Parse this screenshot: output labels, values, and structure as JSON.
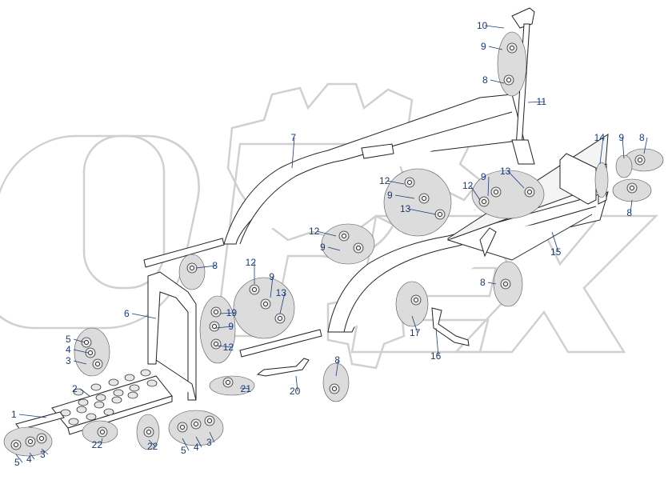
{
  "watermark": {
    "text": "OPEX"
  },
  "corner_mark": "",
  "labels": [
    {
      "id": "c1",
      "text": "1"
    },
    {
      "id": "c2",
      "text": "2"
    },
    {
      "id": "c3a",
      "text": "3"
    },
    {
      "id": "c4a",
      "text": "4"
    },
    {
      "id": "c5a",
      "text": "5"
    },
    {
      "id": "c5b",
      "text": "5"
    },
    {
      "id": "c4b",
      "text": "4"
    },
    {
      "id": "c3b",
      "text": "3"
    },
    {
      "id": "c5c",
      "text": "5"
    },
    {
      "id": "c4c",
      "text": "4"
    },
    {
      "id": "c3c",
      "text": "3"
    },
    {
      "id": "c6",
      "text": "6"
    },
    {
      "id": "c7",
      "text": "7"
    },
    {
      "id": "c8a",
      "text": "8"
    },
    {
      "id": "c8b",
      "text": "8"
    },
    {
      "id": "c8c",
      "text": "8"
    },
    {
      "id": "c8d",
      "text": "8"
    },
    {
      "id": "c8e",
      "text": "8"
    },
    {
      "id": "c8f",
      "text": "8"
    },
    {
      "id": "c9a",
      "text": "9"
    },
    {
      "id": "c9b",
      "text": "9"
    },
    {
      "id": "c9c",
      "text": "9"
    },
    {
      "id": "c9d",
      "text": "9"
    },
    {
      "id": "c9e",
      "text": "9"
    },
    {
      "id": "c9f",
      "text": "9"
    },
    {
      "id": "c9g",
      "text": "9"
    },
    {
      "id": "c10",
      "text": "10"
    },
    {
      "id": "c11",
      "text": "11"
    },
    {
      "id": "c12a",
      "text": "12"
    },
    {
      "id": "c12b",
      "text": "12"
    },
    {
      "id": "c12c",
      "text": "12"
    },
    {
      "id": "c12d",
      "text": "12"
    },
    {
      "id": "c12e",
      "text": "12"
    },
    {
      "id": "c13a",
      "text": "13"
    },
    {
      "id": "c13b",
      "text": "13"
    },
    {
      "id": "c13c",
      "text": "13"
    },
    {
      "id": "c14",
      "text": "14"
    },
    {
      "id": "c15",
      "text": "15"
    },
    {
      "id": "c16",
      "text": "16"
    },
    {
      "id": "c17",
      "text": "17"
    },
    {
      "id": "c19",
      "text": "19"
    },
    {
      "id": "c20",
      "text": "20"
    },
    {
      "id": "c21",
      "text": "21"
    },
    {
      "id": "c22a",
      "text": "22"
    },
    {
      "id": "c22b",
      "text": "22"
    }
  ]
}
